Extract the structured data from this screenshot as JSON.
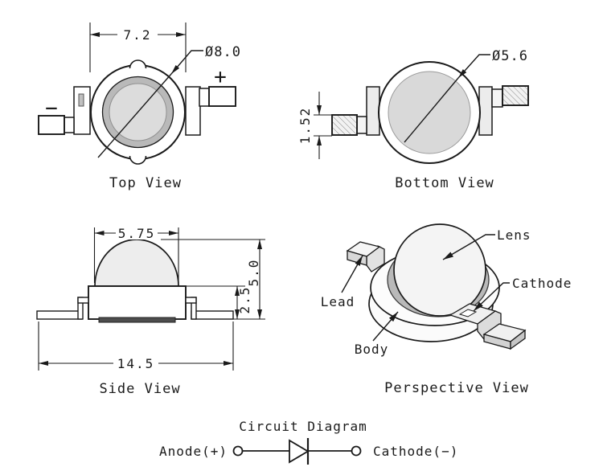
{
  "views": {
    "top_view": {
      "title": "Top View",
      "dim_width": "7.2",
      "dim_diameter": "Ø8.0",
      "polarity_plus": "+",
      "polarity_minus": "−"
    },
    "bottom_view": {
      "title": "Bottom View",
      "dim_lead_height": "1.52",
      "dim_lens_diameter": "Ø5.6"
    },
    "side_view": {
      "title": "Side View",
      "dim_lens_width": "5.75",
      "dim_total_height": "5.0",
      "dim_body_height": "2.5",
      "dim_total_width": "14.5"
    },
    "perspective_view": {
      "title": "Perspective View",
      "callout_lens": "Lens",
      "callout_cathode": "Cathode",
      "callout_lead": "Lead",
      "callout_body": "Body"
    }
  },
  "circuit": {
    "title": "Circuit Diagram",
    "anode_label": "Anode(+)",
    "cathode_label": "Cathode(−)"
  },
  "colors": {
    "line": "#1a1a1a",
    "ring_gray": "#b9b9b9",
    "lens_gray": "#dcdcdc",
    "bottom_lens_gray": "#d9d9d9",
    "dome_gray": "#ededed",
    "slug_gray": "#4d4d4d",
    "tab_gray": "#ececec"
  }
}
